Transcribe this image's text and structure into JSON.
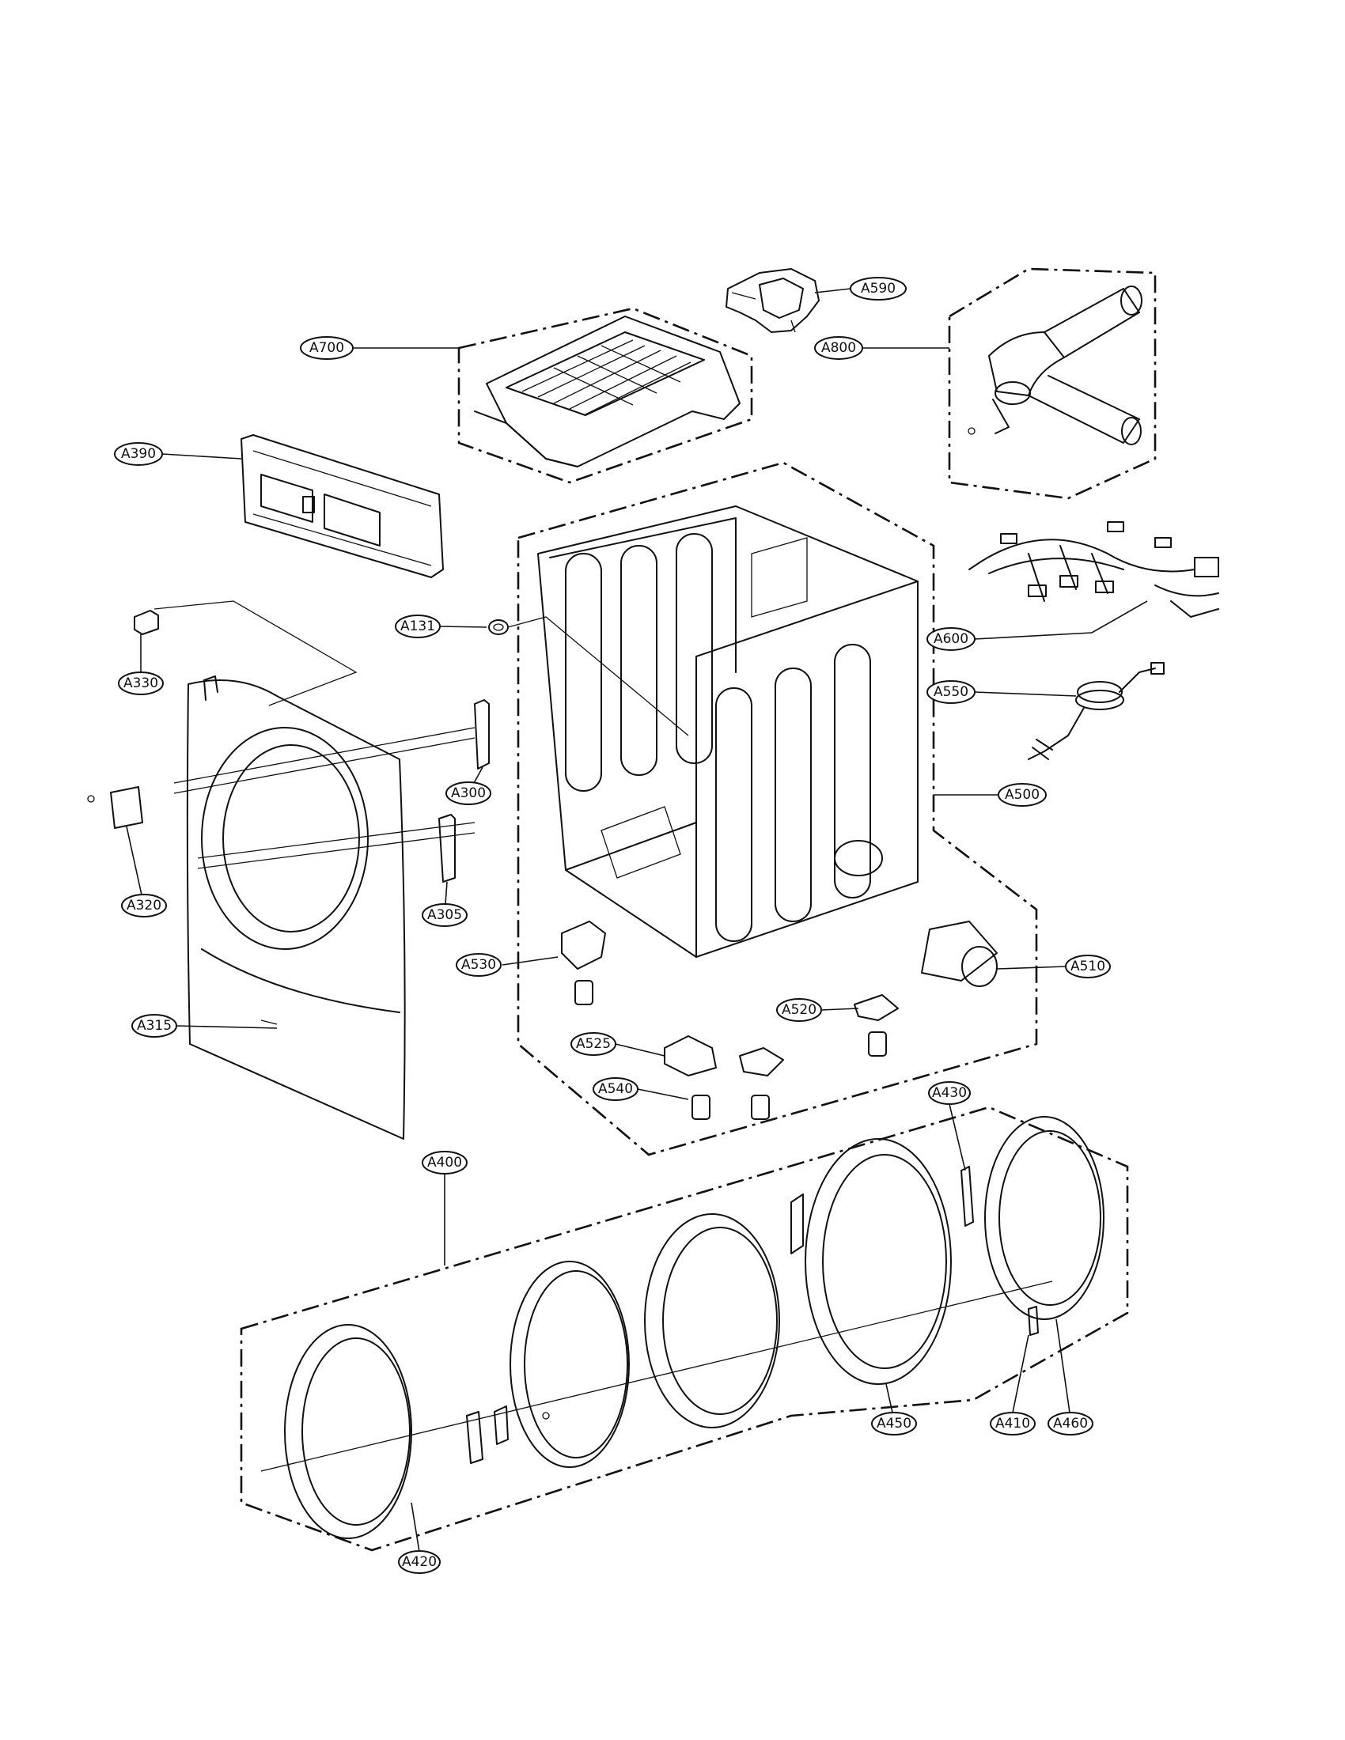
{
  "labels": {
    "A590": "A590",
    "A700": "A700",
    "A800": "A800",
    "A390": "A390",
    "A131": "A131",
    "A600": "A600",
    "A330": "A330",
    "A550": "A550",
    "A300": "A300",
    "A500": "A500",
    "A320": "A320",
    "A305": "A305",
    "A530": "A530",
    "A510": "A510",
    "A315": "A315",
    "A520": "A520",
    "A525": "A525",
    "A430": "A430",
    "A540": "A540",
    "A400": "A400",
    "A450": "A450",
    "A410": "A410",
    "A460": "A460",
    "A420": "A420"
  },
  "colors": {
    "line": "#111111",
    "background": "#ffffff"
  }
}
